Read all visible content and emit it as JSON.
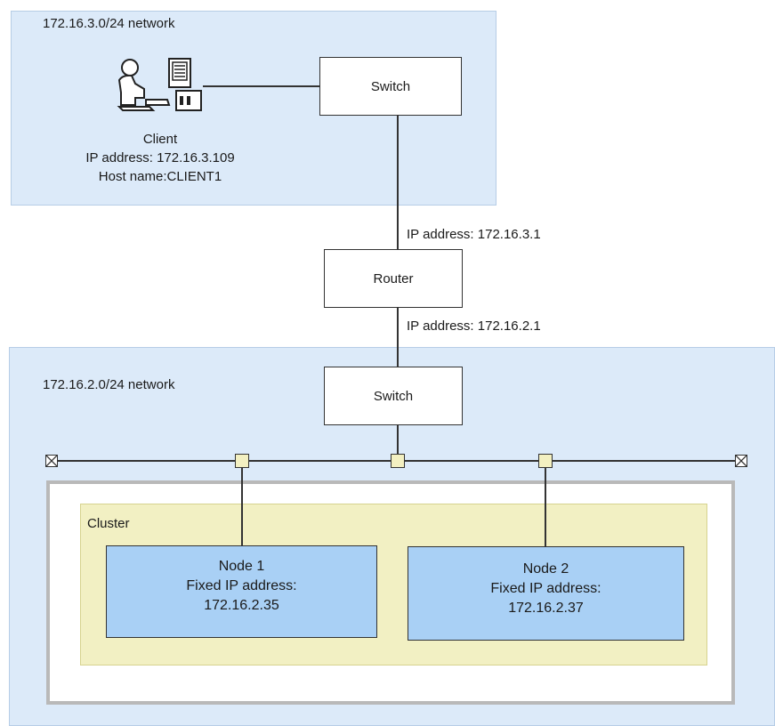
{
  "top_network": {
    "label": "172.16.3.0/24 network"
  },
  "client": {
    "name": "Client",
    "ip": "IP address: 172.16.3.109",
    "host": "Host name:CLIENT1",
    "icon": "client-workstation-icon"
  },
  "top_switch": {
    "label": "Switch"
  },
  "router": {
    "label": "Router",
    "ip_upper": "IP address: 172.16.3.1",
    "ip_lower": "IP address: 172.16.2.1"
  },
  "bottom_network": {
    "label": "172.16.2.0/24 network"
  },
  "bottom_switch": {
    "label": "Switch"
  },
  "cluster": {
    "label": "Cluster",
    "nodes": [
      {
        "name": "Node 1",
        "ip_label": "Fixed IP address:",
        "ip": "172.16.2.35"
      },
      {
        "name": "Node 2",
        "ip_label": "Fixed IP address:",
        "ip": "172.16.2.37"
      }
    ]
  }
}
